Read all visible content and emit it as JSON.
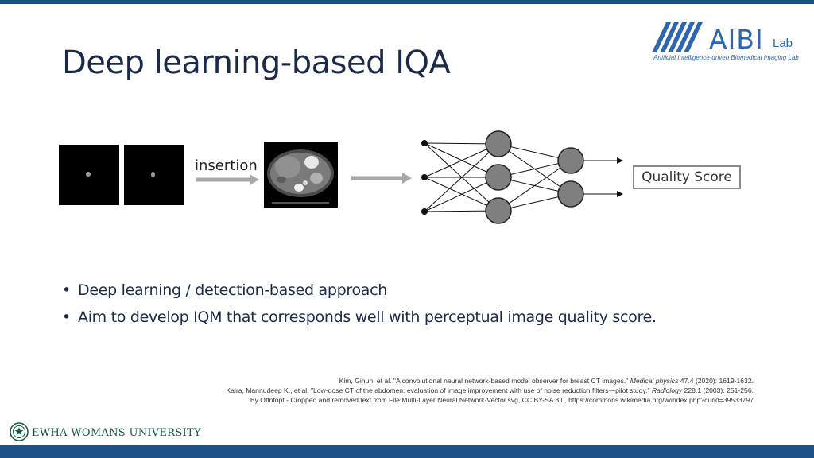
{
  "slide": {
    "title": "Deep learning-based IQA",
    "accent_color": "#1b4f86"
  },
  "logo": {
    "main": "AIBI",
    "lab": "Lab",
    "subtitle": "Artificial Intelligence-driven Biomedical Imaging Lab"
  },
  "diagram": {
    "insertion_label": "insertion",
    "output_label": "Quality Score"
  },
  "bullets": [
    "Deep learning / detection-based approach",
    "Aim to develop IQM that corresponds well with perceptual image quality score."
  ],
  "references": {
    "ref1_pre": "Kim, Gihun, et al. \"A convolutional neural network-based model observer for breast CT images.\" ",
    "ref1_journal": "Medical physics",
    "ref1_post": " 47.4 (2020): 1619-1632.",
    "ref2_pre": "Kalra, Mannudeep K., et al. \"Low-dose CT of the abdomen: evaluation of image improvement with use of noise reduction filters—pilot study.\" ",
    "ref2_journal": "Radiology",
    "ref2_post": " 228.1 (2003): 251-256.",
    "ref3": "By Offnfopt - Cropped and removed text from File:Multi-Layer Neural Network-Vector.svg, CC BY-SA 3.0, https://commons.wikimedia.org/w/index.php?curid=39533797"
  },
  "footer": {
    "university": "EWHA WOMANS UNIVERSITY"
  }
}
